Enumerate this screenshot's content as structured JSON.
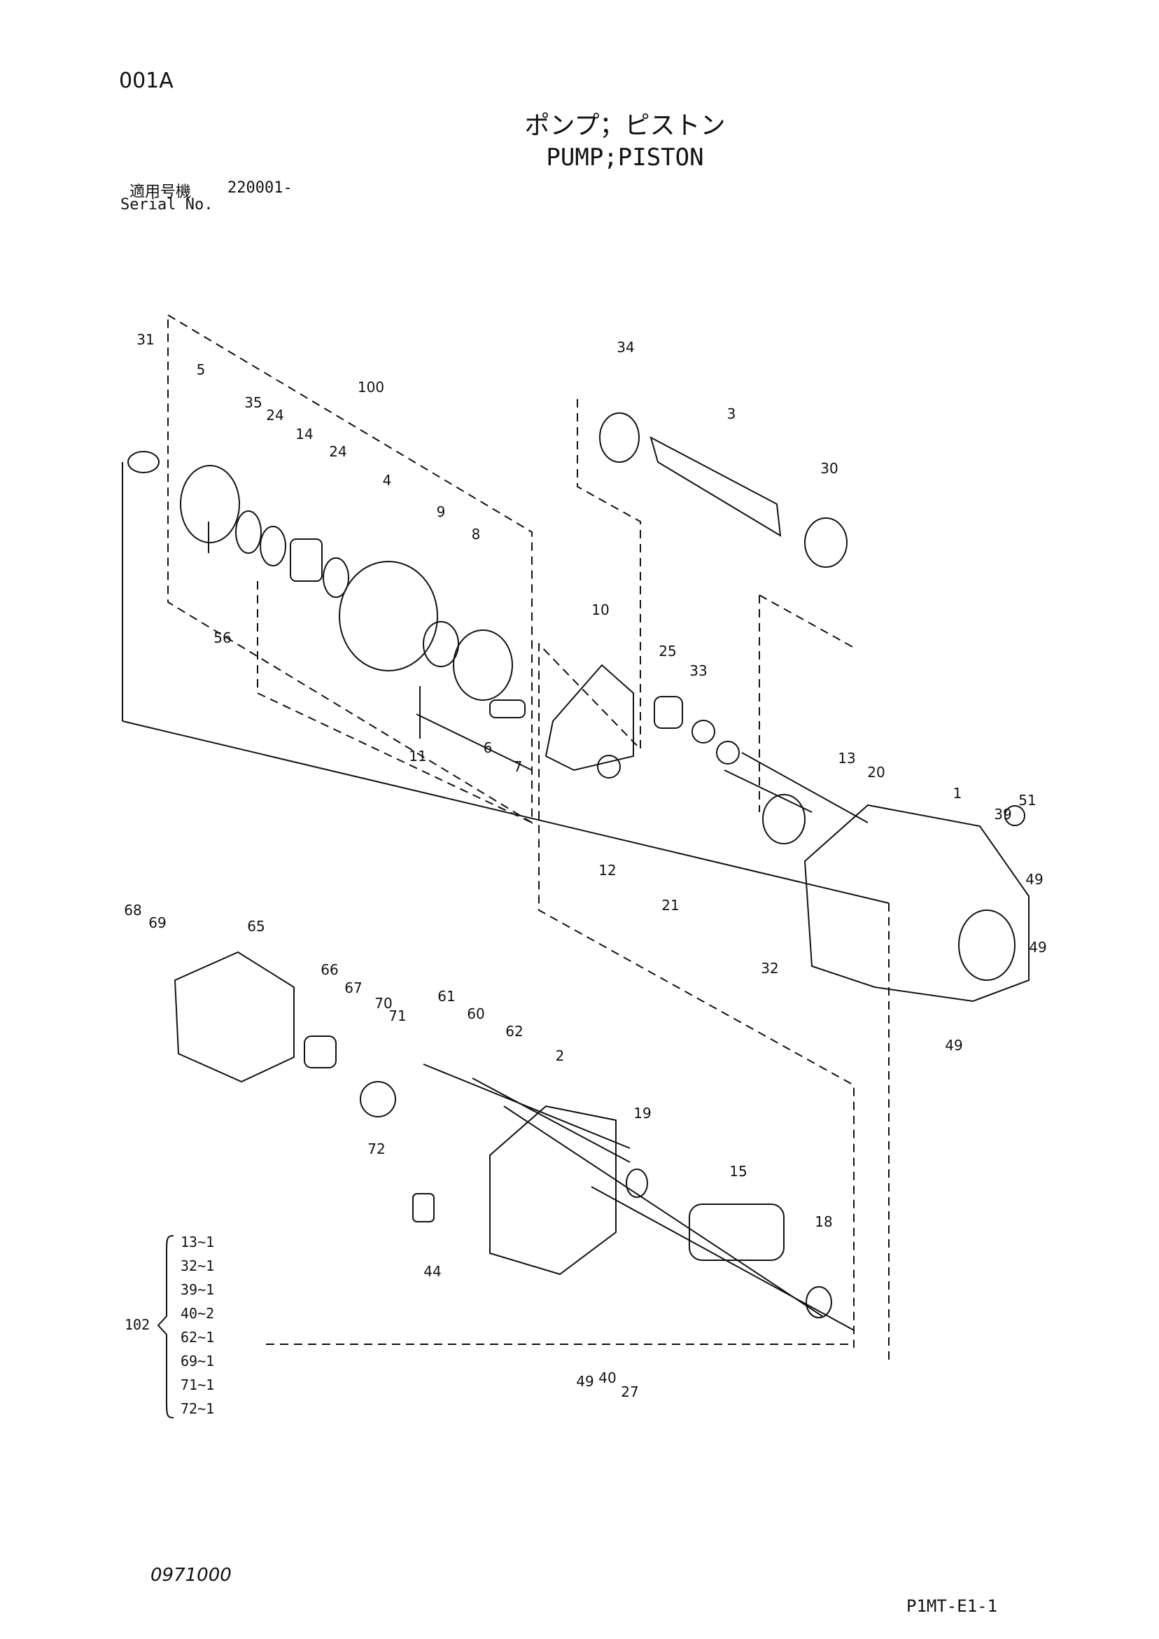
{
  "header": {
    "page_code": "001A",
    "title_jp": "ポンプ；ピストン",
    "title_en": "PUMP;PISTON",
    "serial_label_jp": "適用号機",
    "serial_number": "220001-",
    "serial_label_en": "Serial No."
  },
  "footer": {
    "left_code": "0971000",
    "right_code": "P1MT-E1-1"
  },
  "callouts": [
    "1",
    "2",
    "3",
    "4",
    "5",
    "6",
    "7",
    "8",
    "9",
    "10",
    "11",
    "12",
    "13",
    "14",
    "15",
    "18",
    "19",
    "20",
    "21",
    "24",
    "24",
    "25",
    "27",
    "30",
    "31",
    "32",
    "33",
    "34",
    "35",
    "39",
    "40",
    "44",
    "49",
    "49",
    "49",
    "49",
    "51",
    "56",
    "60",
    "61",
    "62",
    "65",
    "66",
    "67",
    "68",
    "69",
    "70",
    "71",
    "72",
    "100"
  ],
  "kit": {
    "number": "102",
    "items": [
      "13~1",
      "32~1",
      "39~1",
      "40~2",
      "62~1",
      "69~1",
      "71~1",
      "72~1"
    ]
  }
}
